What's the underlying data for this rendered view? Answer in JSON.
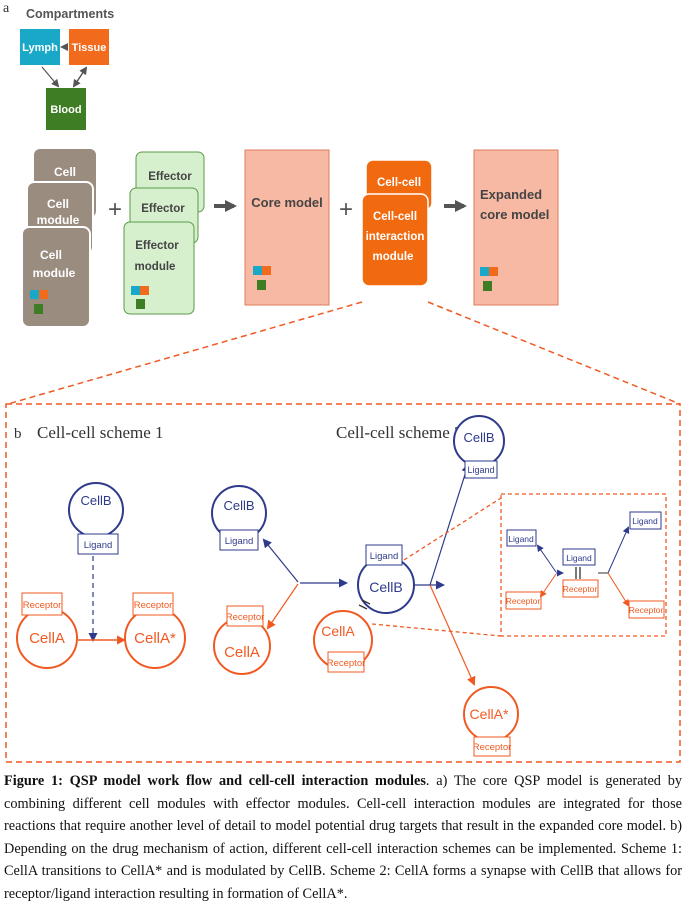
{
  "panel_a": {
    "label": "a",
    "compartments": {
      "title": "Compartments",
      "lymph": "Lymph",
      "tissue": "Tissue",
      "blood": "Blood"
    },
    "cell_stack": {
      "card1": "Cell",
      "card2_line1": "Cell",
      "card2_line2": "module",
      "card3_line1": "Cell",
      "card3_line2": "module"
    },
    "plus1": "+",
    "effector_stack": {
      "card1": "Effector",
      "card2": "Effector",
      "card3_line1": "Effector",
      "card3_line2": "module"
    },
    "core_model": "Core model",
    "plus2": "+",
    "cellcell_stack": {
      "card1": "Cell-cell",
      "card2_line1": "Cell-cell",
      "card2_line2": "interaction",
      "card2_line3": "module"
    },
    "expanded": {
      "line1": "Expanded",
      "line2": "core model"
    },
    "colors": {
      "lymph": "#1aa8c8",
      "tissue": "#f26a1b",
      "blood": "#3e7d23",
      "cell_module": "#9b8c80",
      "effector": "#d6f0ce",
      "core": "#f8b9a4",
      "cellcell": "#f26a0f"
    }
  },
  "panel_b": {
    "label": "b",
    "scheme1": {
      "title": "Cell-cell scheme 1",
      "cellB": "CellB",
      "ligand": "Ligand",
      "cellA": "CellA",
      "receptorA": "Receptor",
      "cellAstar": "CellA*",
      "receptorAstar": "Receptor"
    },
    "scheme2": {
      "title": "Cell-cell scheme 2",
      "cellB_left": "CellB",
      "ligand_left": "Ligand",
      "cellA_left": "CellA",
      "receptor_left": "Receptor",
      "ligand_mid": "Ligand",
      "cellB_mid": "CellB",
      "cellA_mid": "CellA",
      "receptor_mid": "Receptor",
      "cellB_top": "CellB",
      "ligand_top": "Ligand",
      "cellAstar": "CellA*",
      "receptor_star": "Receptor"
    },
    "detail": {
      "ligand_in": "Ligand",
      "receptor_in": "Receptor",
      "ligand_c": "Ligand",
      "receptor_c": "Receptor",
      "ligand_out": "Ligand",
      "receptor_out": "Receptor"
    },
    "colors": {
      "blue": "#2e3a8c",
      "orange": "#f05a22"
    }
  },
  "caption": {
    "bold": "Figure 1: QSP model work flow and cell-cell interaction modules",
    "text": ". a) The core QSP model is generated by combining different cell modules with effector modules. Cell-cell interaction modules are integrated for those reactions that require another level of detail to model potential drug targets that result in the expanded core model. b) Depending on the drug mechanism of action, different cell-cell interaction schemes can be implemented. Scheme 1: CellA transitions to CellA* and is modulated by CellB. Scheme 2: CellA forms a synapse with CellB that allows for receptor/ligand interaction resulting in formation of CellA*."
  }
}
